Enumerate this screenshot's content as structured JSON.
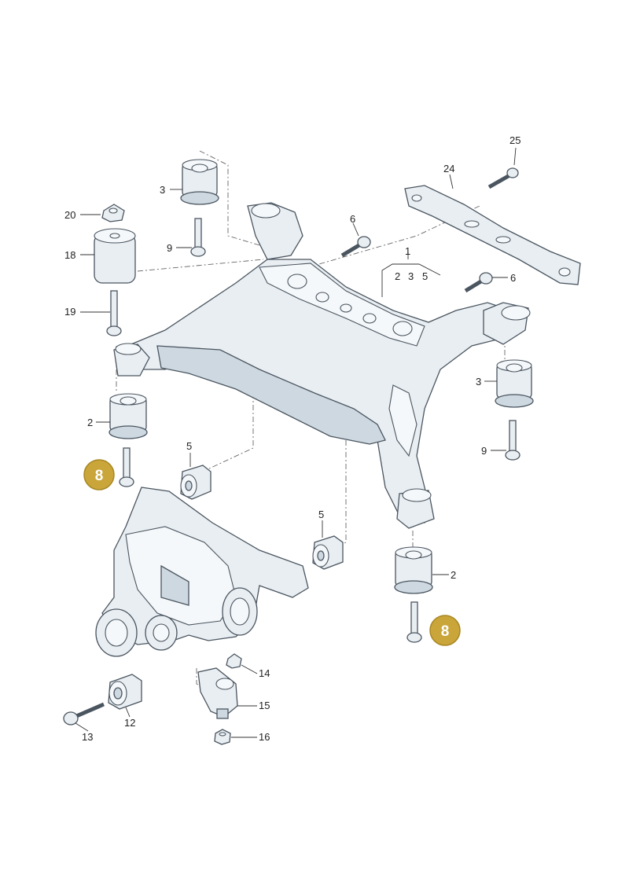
{
  "labels": {
    "p1": "1",
    "p2": "2",
    "p3": "3",
    "p5": "5",
    "p6": "6",
    "p8": "8",
    "p9": "9",
    "p12": "12",
    "p13": "13",
    "p14": "14",
    "p15": "15",
    "p16": "16",
    "p18": "18",
    "p19": "19",
    "p20": "20",
    "p24": "24",
    "p25": "25"
  },
  "colors": {
    "badge": "#c9a53a",
    "badge_border": "#a88722"
  }
}
